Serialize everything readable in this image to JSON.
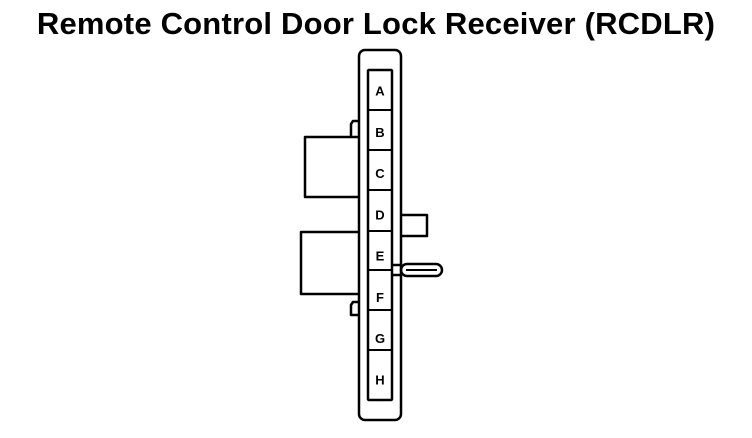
{
  "title": "Remote Control Door Lock Receiver (RCDLR)",
  "connector": {
    "pins": [
      "A",
      "B",
      "C",
      "D",
      "E",
      "F",
      "G",
      "H"
    ]
  },
  "colors": {
    "line": "#000000",
    "background": "#ffffff"
  }
}
